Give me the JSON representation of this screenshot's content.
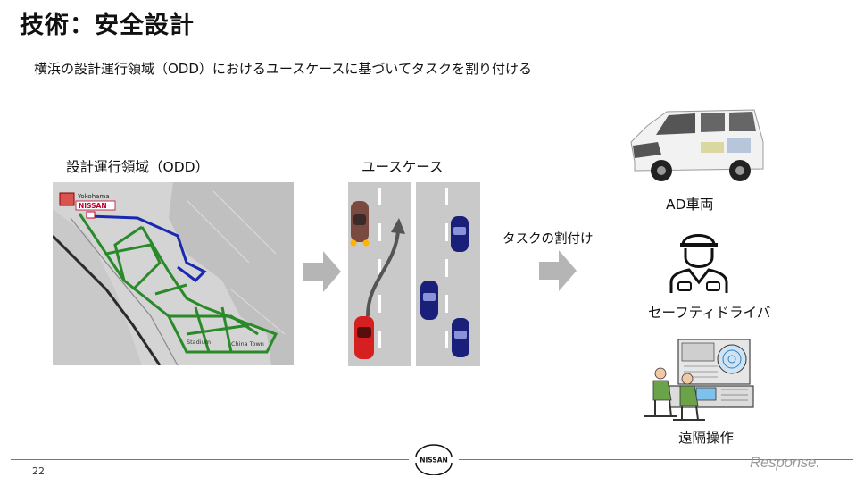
{
  "slide": {
    "title": "技術：安全設計",
    "subtitle": "横浜の設計運行領域（ODD）におけるユースケースに基づいてタスクを割り付ける",
    "page_number": "22"
  },
  "map": {
    "label": "設計運行領域（ODD）",
    "place_yokohama": "Yokohama",
    "brand": "NISSAN",
    "place_stadium": "Stadium",
    "place_chinatown": "China Town"
  },
  "usecase": {
    "label": "ユースケース"
  },
  "task": {
    "label": "タスクの割付け"
  },
  "assignments": [
    {
      "label": "AD車両",
      "icon": "van-icon"
    },
    {
      "label": "セーフティドライバ",
      "icon": "safety-driver-icon"
    },
    {
      "label": "遠隔操作",
      "icon": "remote-operators-icon"
    }
  ],
  "footer": {
    "logo_text": "NISSAN",
    "watermark": "Response."
  },
  "colors": {
    "route_green": "#2a8a2a",
    "route_blue": "#1a2ab0",
    "arrow_gray": "#b5b5b5"
  }
}
